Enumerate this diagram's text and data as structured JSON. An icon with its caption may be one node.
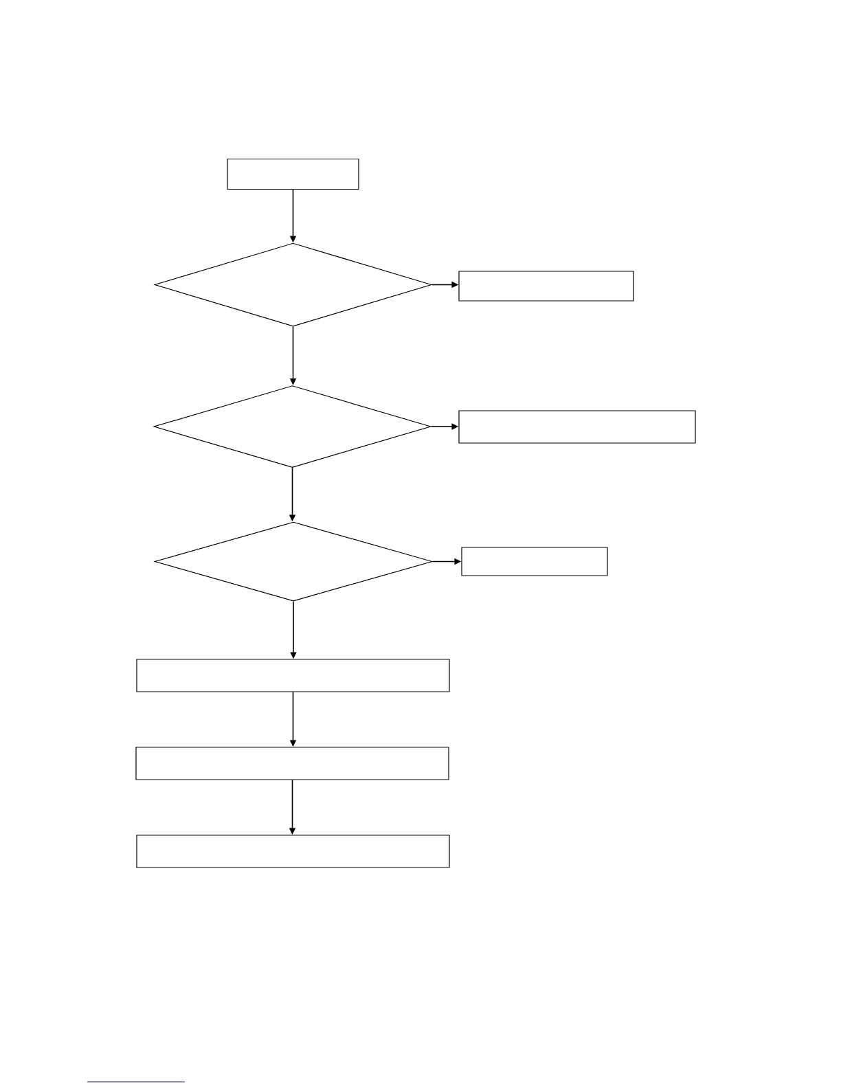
{
  "diagram": {
    "nodes": [
      {
        "text": [],
        "shape": "box"
      },
      {
        "text": [],
        "shape": "diamond"
      },
      {
        "text": [],
        "shape": "box"
      },
      {
        "text": [],
        "shape": "diamond"
      },
      {
        "text": [],
        "shape": "box"
      },
      {
        "text": [],
        "shape": "diamond"
      },
      {
        "text": [],
        "shape": "box"
      },
      {
        "text": [],
        "shape": "box"
      },
      {
        "text": [],
        "shape": "box"
      },
      {
        "text": [],
        "shape": "box"
      }
    ],
    "edges": [
      {
        "from": 0,
        "to": 1,
        "arrow": "to"
      },
      {
        "from": 1,
        "to": 2,
        "arrow": "to"
      },
      {
        "from": 1,
        "to": 3,
        "arrow": "to"
      },
      {
        "from": 3,
        "to": 4,
        "arrow": "to"
      },
      {
        "from": 3,
        "to": 5,
        "arrow": "to"
      },
      {
        "from": 5,
        "to": 6,
        "arrow": "to"
      },
      {
        "from": 5,
        "to": 7,
        "arrow": "to"
      },
      {
        "from": 7,
        "to": 8,
        "arrow": "to"
      },
      {
        "from": 8,
        "to": 9,
        "arrow": "to"
      }
    ]
  }
}
